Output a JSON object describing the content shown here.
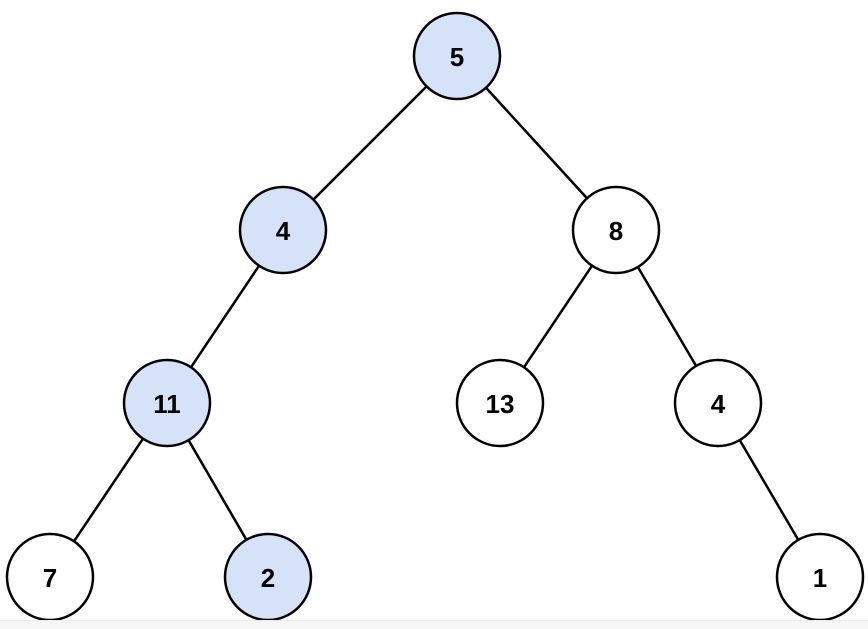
{
  "colors": {
    "highlight_fill": "#d6e2f7",
    "default_fill": "#ffffff",
    "stroke": "#000000"
  },
  "tree": {
    "nodes": [
      {
        "id": "n5",
        "label": "5",
        "highlighted": true
      },
      {
        "id": "n4",
        "label": "4",
        "highlighted": true
      },
      {
        "id": "n8",
        "label": "8",
        "highlighted": false
      },
      {
        "id": "n11",
        "label": "11",
        "highlighted": true
      },
      {
        "id": "n13",
        "label": "13",
        "highlighted": false
      },
      {
        "id": "n4right",
        "label": "4",
        "highlighted": false
      },
      {
        "id": "n7",
        "label": "7",
        "highlighted": false
      },
      {
        "id": "n2",
        "label": "2",
        "highlighted": true
      },
      {
        "id": "n1",
        "label": "1",
        "highlighted": false
      }
    ],
    "edges": [
      {
        "from": "n5",
        "to": "n4"
      },
      {
        "from": "n5",
        "to": "n8"
      },
      {
        "from": "n4",
        "to": "n11"
      },
      {
        "from": "n8",
        "to": "n13"
      },
      {
        "from": "n8",
        "to": "n4right"
      },
      {
        "from": "n11",
        "to": "n7"
      },
      {
        "from": "n11",
        "to": "n2"
      },
      {
        "from": "n4right",
        "to": "n1"
      }
    ]
  }
}
